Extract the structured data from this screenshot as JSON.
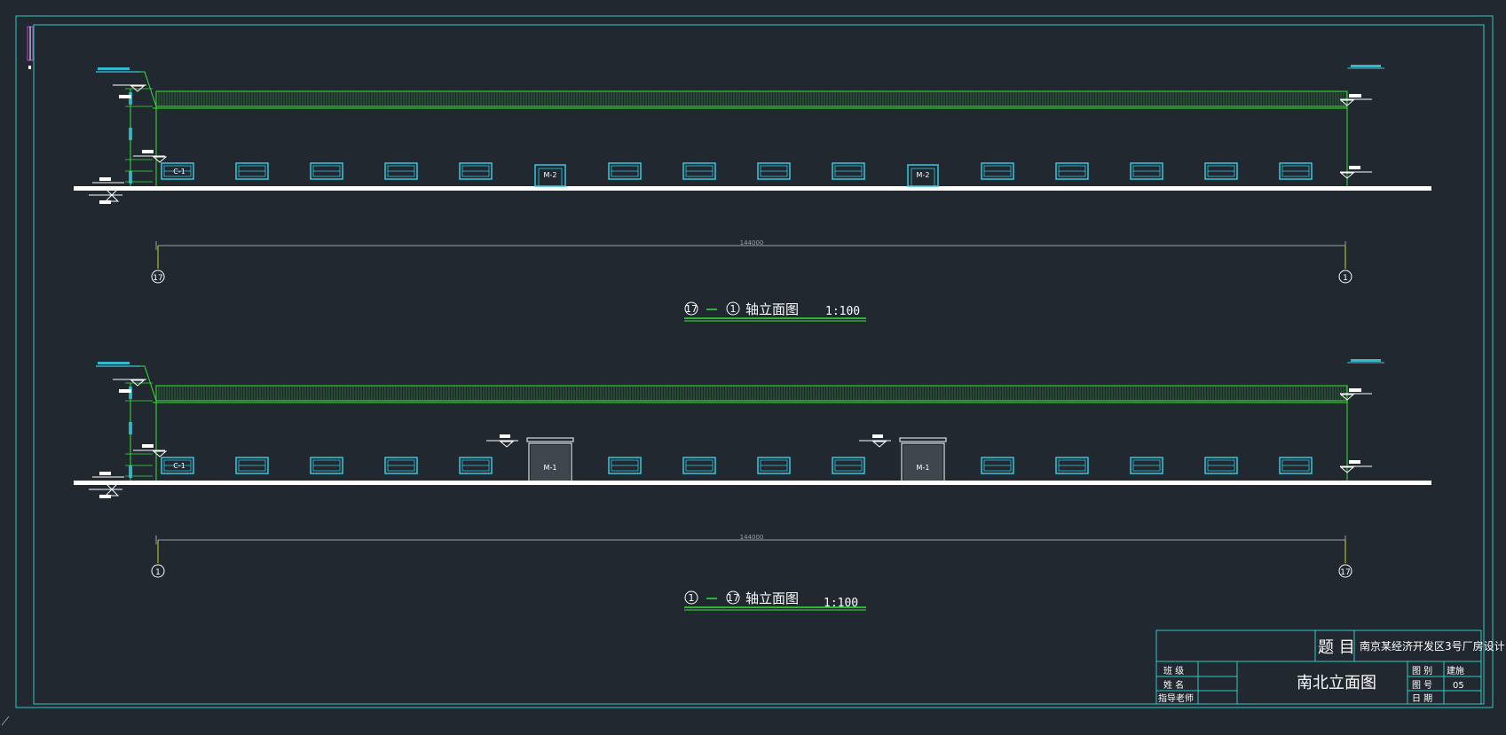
{
  "drawing": {
    "colors": {
      "background": "#212830",
      "frame": "#2fc9c9",
      "wall_line": "#36e236",
      "ground": "#ffffff",
      "window": "#35c8e0",
      "dimension": "#9aa0a6",
      "axis": "#d9d21e",
      "title_underline": "#36e236"
    },
    "elevations": [
      {
        "title": "轴立面图",
        "scale": "1:100",
        "axis_start": "17",
        "axis_end": "1",
        "dimension": "144000",
        "window_label": "C-1",
        "door_labels": [
          "M-2",
          "M-2"
        ]
      },
      {
        "title": "轴立面图",
        "scale": "1:100",
        "axis_start": "1",
        "axis_end": "17",
        "dimension": "144000",
        "window_label": "C-1",
        "door_labels": [
          "M-1",
          "M-1"
        ]
      }
    ],
    "title_block": {
      "topic_label": "题 目",
      "project_name": "南京某经济开发区3号厂房设计",
      "drawing_name": "南北立面图",
      "class_label": "班 级",
      "name_label": "姓 名",
      "advisor_label": "指导老师",
      "category_label": "图 别",
      "category_value": "建施",
      "number_label": "图 号",
      "number_value": "05",
      "date_label": "日 期"
    }
  }
}
